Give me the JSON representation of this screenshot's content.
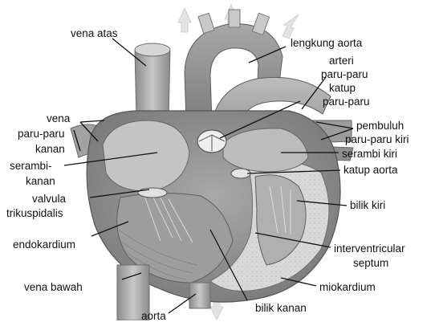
{
  "labels": {
    "vena_atas": "vena atas",
    "lengkung_aorta": "lengkung aorta",
    "arteri_paru_1": "arteri",
    "arteri_paru_2": "paru-paru",
    "katup_paru_1": "katup",
    "katup_paru_2": "paru-paru",
    "vena_paru_kanan_1": "vena",
    "vena_paru_kanan_2": "paru-paru",
    "vena_paru_kanan_3": "kanan",
    "pembuluh_paru_kiri_1": "pembuluh",
    "pembuluh_paru_kiri_2": "paru-paru kiri",
    "serambi_kiri": "serambi kiri",
    "serambi_kanan_1": "serambi-",
    "serambi_kanan_2": "kanan",
    "katup_aorta": "katup aorta",
    "valvula_1": "valvula",
    "valvula_2": "trikuspidalis",
    "bilik_kiri": "bilik kiri",
    "endokardium": "endokardium",
    "interventricular_1": "interventricular",
    "interventricular_2": "septum",
    "vena_bawah": "vena bawah",
    "miokardium": "miokardium",
    "bilik_kanan": "bilik kanan",
    "aorta": "aorta"
  }
}
